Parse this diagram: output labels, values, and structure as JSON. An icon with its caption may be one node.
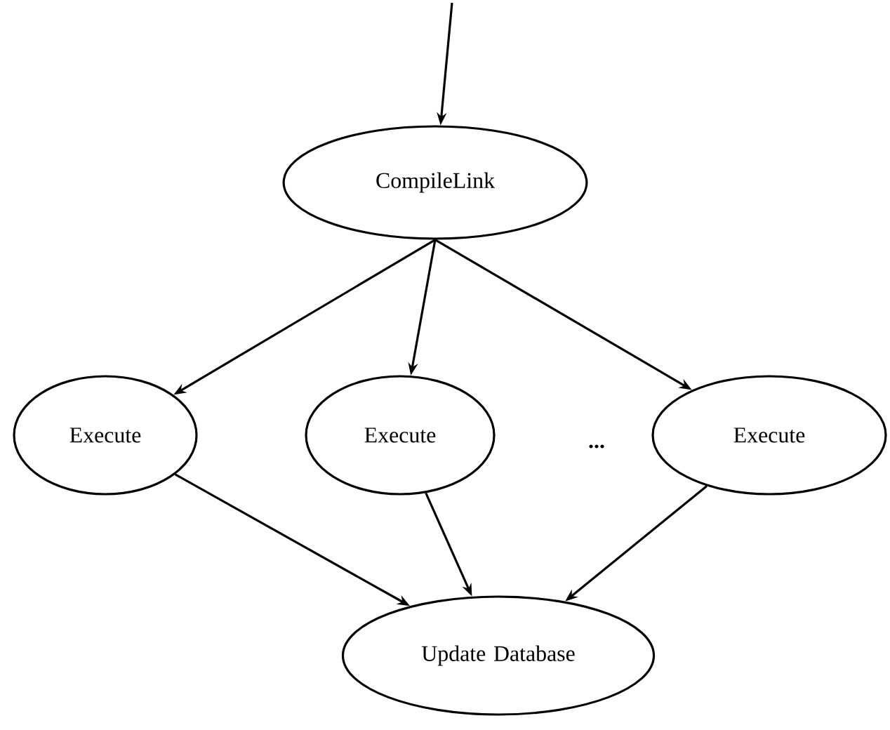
{
  "diagram": {
    "nodes": [
      {
        "text": [
          "CompileLink"
        ]
      },
      {
        "text": [
          "Execute"
        ]
      },
      {
        "text": [
          "Execute"
        ]
      },
      {
        "text": [
          "Execute"
        ]
      },
      {
        "text": [
          "Update Database"
        ]
      }
    ],
    "edges": [
      {
        "from": null,
        "to": 0,
        "arrow": "to"
      },
      {
        "from": 0,
        "to": 1,
        "arrow": "to"
      },
      {
        "from": 0,
        "to": 2,
        "arrow": "to"
      },
      {
        "from": 0,
        "to": 3,
        "arrow": "to"
      },
      {
        "from": 1,
        "to": 4,
        "arrow": "to"
      },
      {
        "from": 2,
        "to": 4,
        "arrow": "to"
      },
      {
        "from": 3,
        "to": 4,
        "arrow": "to"
      }
    ],
    "labels": [
      "..."
    ]
  }
}
